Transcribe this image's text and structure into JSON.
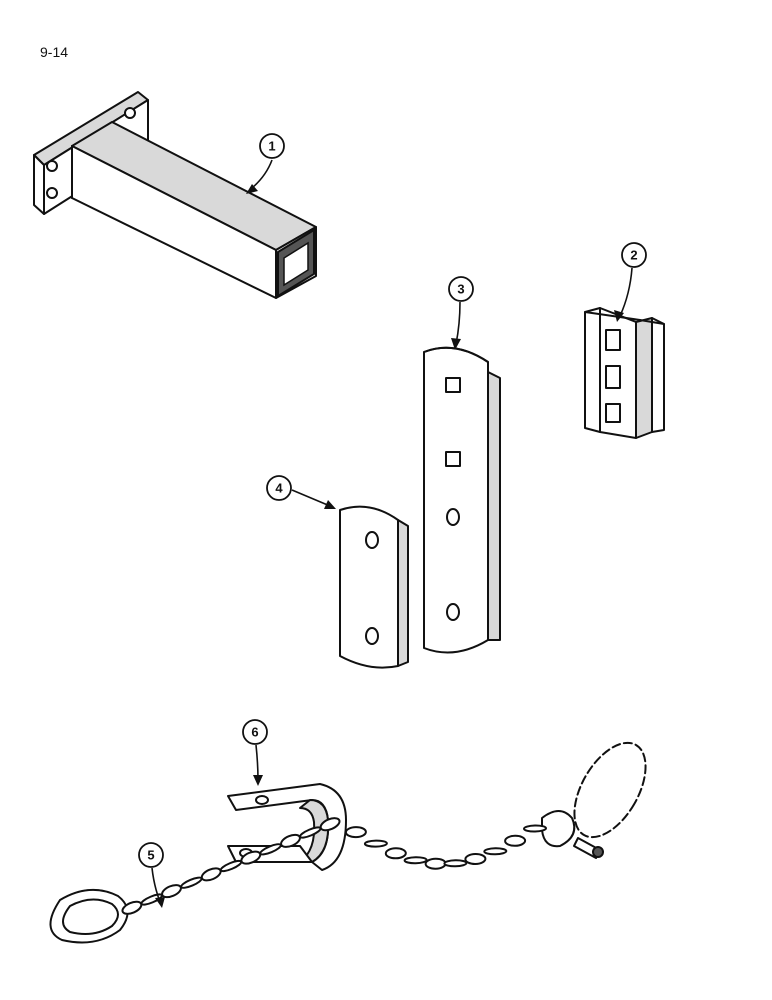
{
  "page_number": "9-14",
  "callouts": [
    {
      "id": "1"
    },
    {
      "id": "2"
    },
    {
      "id": "3"
    },
    {
      "id": "4"
    },
    {
      "id": "5"
    },
    {
      "id": "6"
    }
  ]
}
